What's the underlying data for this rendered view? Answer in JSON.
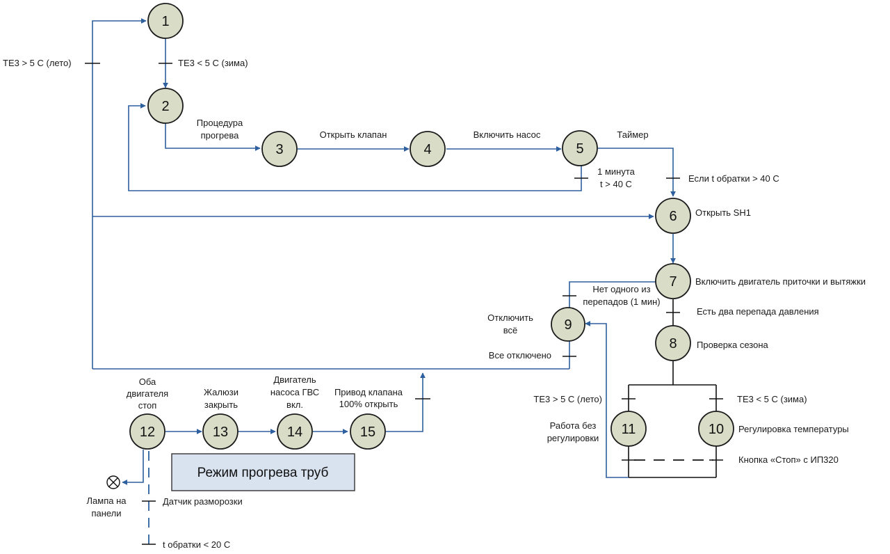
{
  "colors": {
    "flow_line": "#2e5f9e",
    "step_fill": "#d9dcc7",
    "step_border": "#1b1b1b",
    "mode_box_fill": "#d9e3f0",
    "mode_box_border": "#333333"
  },
  "steps": {
    "s1": "1",
    "s2": "2",
    "s3": "3",
    "s4": "4",
    "s5": "5",
    "s6": "6",
    "s7": "7",
    "s8": "8",
    "s9": "9",
    "s10": "10",
    "s11": "11",
    "s12": "12",
    "s13": "13",
    "s14": "14",
    "s15": "15"
  },
  "labels": {
    "summer_from_1": "ТЕ3 > 5 С (лето)",
    "winter_from_1": "ТЕ3 < 5 С (зима)",
    "warmup_procedure": [
      "Процедура",
      "прогрева"
    ],
    "open_valve": "Открыть клапан",
    "pump_on": "Включить насос",
    "timer": "Таймер",
    "minute_temp": [
      "1 минута",
      "t > 40 С"
    ],
    "return_temp_gt_40": "Если t обратки > 40 С",
    "open_sh1": "Открыть SH1",
    "fans_on": "Включить двигатель приточки и вытяжки",
    "no_pressure_diff": [
      "Нет одного из",
      "перепадов (1 мин)"
    ],
    "two_pressure_diff": "Есть два перепада давления",
    "disable_all": [
      "Отключить",
      "всё"
    ],
    "season_check": "Проверка сезона",
    "all_disabled": "Все отключено",
    "summer_from_8": "ТЕ3 > 5 С (лето)",
    "winter_from_8": "ТЕ3 < 5 С (зима)",
    "no_regulation": [
      "Работа без",
      "регулировки"
    ],
    "temp_regulation": "Регулировка температуры",
    "stop_button": "Кнопка «Стоп» с ИП320",
    "both_motors_stop": [
      "Оба",
      "двигателя",
      "стоп"
    ],
    "close_louvers": [
      "Жалюзи",
      "закрыть"
    ],
    "dhw_pump_on": [
      "Двигатель",
      "насоса ГВС",
      "вкл."
    ],
    "valve_open_100": [
      "Привод клапана",
      "100% открыть"
    ],
    "panel_lamp": [
      "Лампа на",
      "панели"
    ],
    "defrost_sensor": "Датчик разморозки",
    "return_temp_lt_20": "t обратки < 20 С"
  },
  "mode_title": "Режим прогрева труб"
}
